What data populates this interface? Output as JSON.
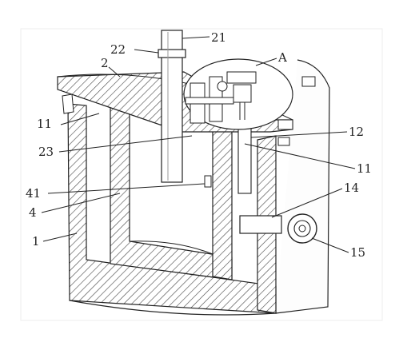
{
  "labels": {
    "l21": "21",
    "l22": "22",
    "l2": "2",
    "lA": "A",
    "l11a": "11",
    "l12": "12",
    "l23": "23",
    "l11b": "11",
    "l41": "41",
    "l14": "14",
    "l4": "4",
    "l1": "1",
    "l15": "15"
  }
}
